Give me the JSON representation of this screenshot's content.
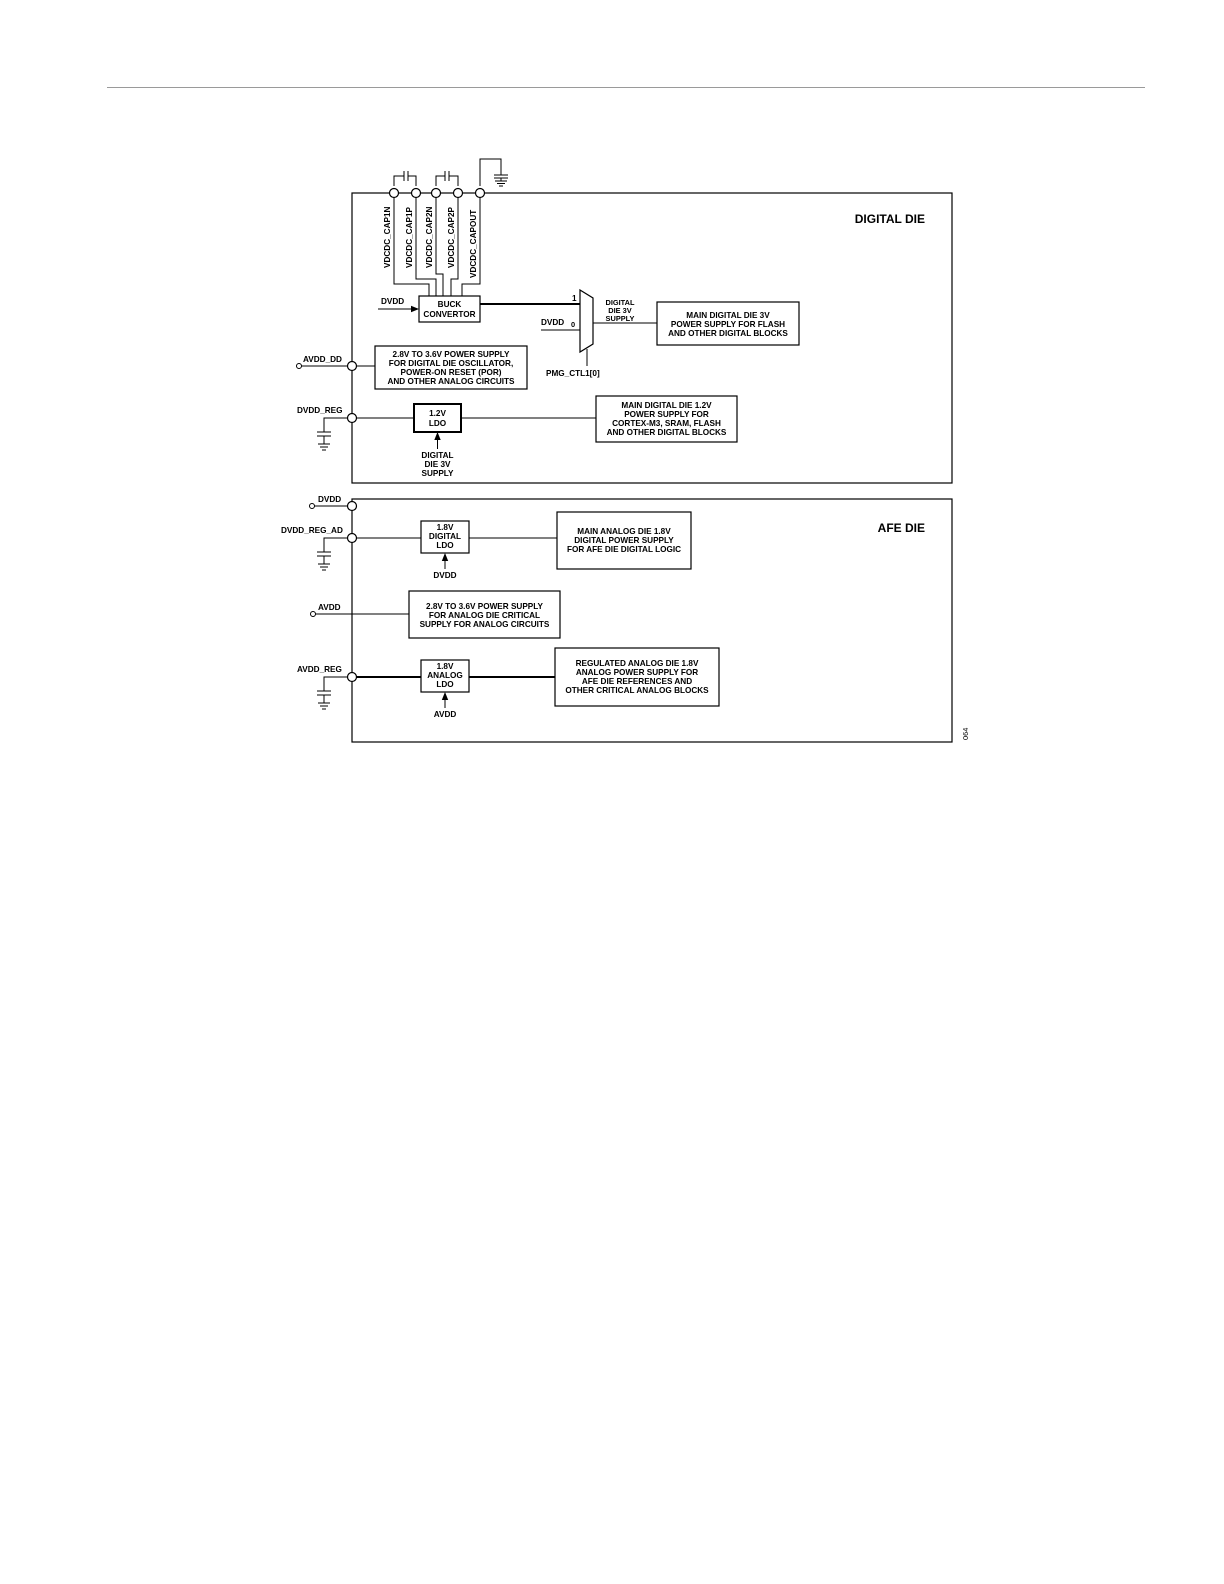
{
  "pins_top": [
    "VDCDC_CAP1N",
    "VDCDC_CAP1P",
    "VDCDC_CAP2N",
    "VDCDC_CAP2P",
    "VDCDC_CAPOUT"
  ],
  "digital_die": {
    "title": "DIGITAL DIE",
    "buck_input": "DVDD",
    "buck": [
      "BUCK",
      "CONVERTOR"
    ],
    "mux_in1": "1",
    "mux_in0_label": "DVDD",
    "mux_in0": "0",
    "mux_out": [
      "DIGITAL",
      "DIE 3V",
      "SUPPLY"
    ],
    "mux_select": "PMG_CTL1[0]",
    "main3v": [
      "MAIN DIGITAL DIE 3V",
      "POWER SUPPLY FOR FLASH",
      "AND OTHER DIGITAL BLOCKS"
    ],
    "avdd_dd_pin": "AVDD_DD",
    "avdd_dd_box": [
      "2.8V TO 3.6V POWER SUPPLY",
      "FOR DIGITAL DIE OSCILLATOR,",
      "POWER-ON RESET (POR)",
      "AND OTHER ANALOG CIRCUITS"
    ],
    "dvdd_reg_pin": "DVDD_REG",
    "ldo12": [
      "1.2V",
      "LDO"
    ],
    "ldo12_input": [
      "DIGITAL",
      "DIE 3V",
      "SUPPLY"
    ],
    "main12v": [
      "MAIN DIGITAL DIE 1.2V",
      "POWER SUPPLY FOR",
      "CORTEX-M3, SRAM, FLASH",
      "AND OTHER DIGITAL BLOCKS"
    ]
  },
  "afe_die": {
    "title": "AFE DIE",
    "dvdd_pin": "DVDD",
    "dvdd_reg_ad_pin": "DVDD_REG_AD",
    "ldo18d": [
      "1.8V",
      "DIGITAL",
      "LDO"
    ],
    "ldo18d_input": "DVDD",
    "main18d": [
      "MAIN ANALOG DIE 1.8V",
      "DIGITAL POWER SUPPLY",
      "FOR AFE DIE DIGITAL LOGIC"
    ],
    "avdd_pin": "AVDD",
    "avdd_box": [
      "2.8V TO 3.6V POWER SUPPLY",
      "FOR ANALOG DIE CRITICAL",
      "SUPPLY FOR ANALOG CIRCUITS"
    ],
    "avdd_reg_pin": "AVDD_REG",
    "ldo18a": [
      "1.8V",
      "ANALOG",
      "LDO"
    ],
    "ldo18a_input": "AVDD",
    "reg18a": [
      "REGULATED ANALOG DIE 1.8V",
      "ANALOG POWER SUPPLY FOR",
      "AFE DIE REFERENCES AND",
      "OTHER CRITICAL ANALOG BLOCKS"
    ]
  },
  "figure_id": "064"
}
